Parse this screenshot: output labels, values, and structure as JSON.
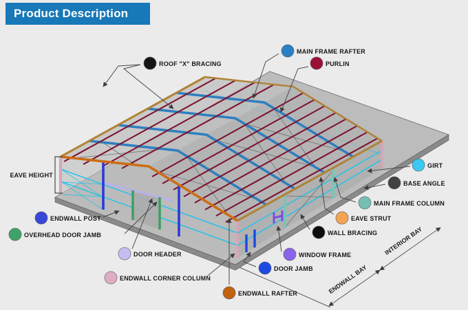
{
  "header": {
    "title": "Product Description",
    "bg": "#1878b8"
  },
  "labels": [
    {
      "id": "roof-x-bracing",
      "text": "ROOF \"X\" BRACING",
      "color": "#151515"
    },
    {
      "id": "main-frame-rafter",
      "text": "MAIN FRAME RAFTER",
      "color": "#2980c4"
    },
    {
      "id": "purlin",
      "text": "PURLIN",
      "color": "#9b1135"
    },
    {
      "id": "girt",
      "text": "GIRT",
      "color": "#39c9f2"
    },
    {
      "id": "base-angle",
      "text": "BASE ANGLE",
      "color": "#424242"
    },
    {
      "id": "main-frame-column",
      "text": "MAIN FRAME COLUMN",
      "color": "#74c0b3"
    },
    {
      "id": "eave-strut",
      "text": "EAVE STRUT",
      "color": "#f4a453"
    },
    {
      "id": "wall-bracing",
      "text": "WALL BRACING",
      "color": "#0d0d0d"
    },
    {
      "id": "window-frame",
      "text": "WINDOW FRAME",
      "color": "#8a63ea"
    },
    {
      "id": "door-jamb",
      "text": "DOOR JAMB",
      "color": "#1d49e3"
    },
    {
      "id": "endwall-rafter",
      "text": "ENDWALL RAFTER",
      "color": "#c2610f"
    },
    {
      "id": "endwall-corner-column",
      "text": "ENDWALL CORNER COLUMN",
      "color": "#dfaec6"
    },
    {
      "id": "door-header",
      "text": "DOOR HEADER",
      "color": "#c5bdf2"
    },
    {
      "id": "overhead-door-jamb",
      "text": "OVERHEAD DOOR JAMB",
      "color": "#3ea368"
    },
    {
      "id": "endwall-post",
      "text": "ENDWALL POST",
      "color": "#3947d8"
    }
  ],
  "annotations": {
    "eave_height": "EAVE HEIGHT",
    "endwall_bay": "ENDWALL BAY",
    "interior_bay": "INTERIOR BAY"
  },
  "structure_colors": {
    "rafter": "#2e7fc0",
    "purlin": "#7d1430",
    "girt": "#25c3e8",
    "eave_strut": "#b08233",
    "endwall_rafter": "#cc6d15",
    "corner_column": "#d4a7b7",
    "endwall_post": "#2b3bd6",
    "overhead_door_jamb": "#3f9e63",
    "door_header": "#b9b1e8",
    "window_frame": "#7a4fe0",
    "sidewall_column": "#7cc4b6",
    "back_post": "#a6d6cd",
    "door_jamb": "#1d49e3"
  }
}
